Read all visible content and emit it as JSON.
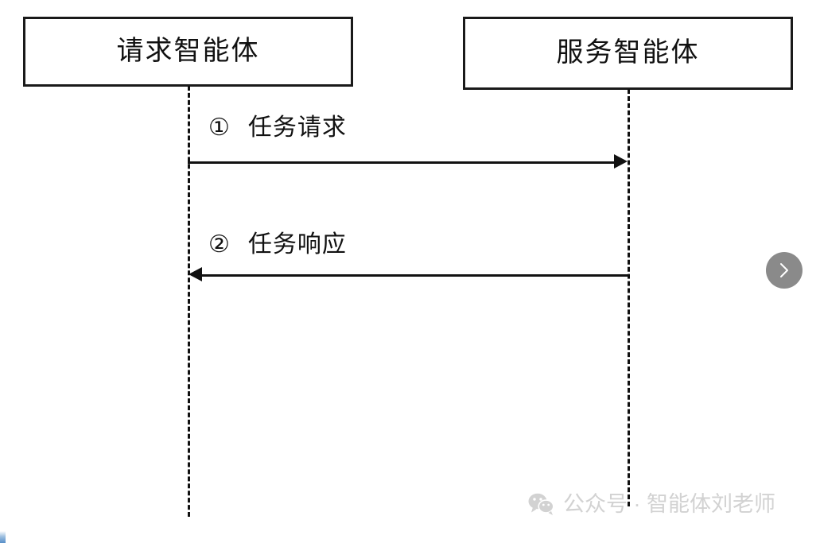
{
  "diagram": {
    "type": "sequence-diagram",
    "background_color": "#ffffff",
    "line_color": "#111111",
    "participants": [
      {
        "id": "requester",
        "label": "请求智能体"
      },
      {
        "id": "provider",
        "label": "服务智能体"
      }
    ],
    "messages": [
      {
        "seq": "①",
        "label": "任务请求",
        "from": "requester",
        "to": "provider",
        "direction": "right"
      },
      {
        "seq": "②",
        "label": "任务响应",
        "from": "provider",
        "to": "requester",
        "direction": "left"
      }
    ]
  },
  "controls": {
    "next_button": {
      "icon": "chevron-right-icon",
      "color": "#8a8a8a",
      "icon_color": "#ffffff"
    }
  },
  "watermark": {
    "icon": "wechat-icon",
    "text": "公众号 · 智能体刘老师",
    "color": "#d2d2d2"
  }
}
